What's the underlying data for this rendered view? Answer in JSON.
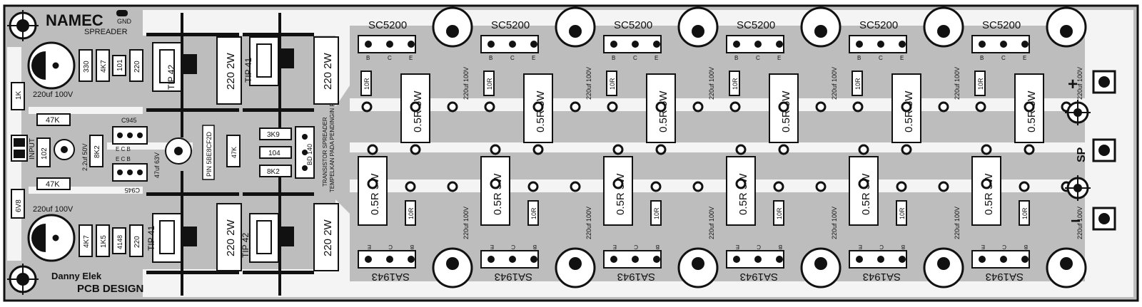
{
  "board": {
    "title": "NAMEC",
    "gnd_label": "GND",
    "spreader_label": "SPREADER",
    "author": "Danny Elek",
    "design_label": "PCB DESIGN",
    "input_label": "INPUT",
    "instruction_line1": "TRANSISTOR SPREADER",
    "instruction_line2": "TEMPELKAN PADA PENDINGIN FINAL",
    "pin_label": "PIN 5BE8CF2D"
  },
  "driver": {
    "cap_top": "220uf 100V",
    "cap_bottom": "220uf 100V",
    "r_1k": "1K",
    "r_330": "330",
    "r_4k7_top": "4K7",
    "c_101": "101",
    "r_220_top": "220",
    "r_47k_top": "47K",
    "r_47k_bottom": "47K",
    "c_102": "102",
    "cap_22uf": "2.2uf 50V",
    "r_8k2_left": "8K2",
    "q_c945_top": "C945",
    "q_c945_bottom": "C945",
    "pins_top": "E C B",
    "pins_bottom": "E C B",
    "cap_47uf": "47uf 63V",
    "r_47k_small": "47K",
    "r_3k9": "3K9",
    "c_104": "104",
    "r_8k2_right": "8K2",
    "q_bd140": "BD 140",
    "z_6v8": "6V8",
    "r_4k7_bottom": "4K7",
    "r_1k5": "1K5",
    "d_4148": "4148",
    "r_220_bottom": "220",
    "tip_top_left": "TIP 42",
    "tip_top_right": "TIP 41",
    "tip_bottom_left": "TIP 41",
    "tip_bottom_right": "TIP 42",
    "r_2w_1": "220 2W",
    "r_2w_2": "220 2W",
    "r_2w_3": "220 2W",
    "r_2w_4": "220 2W"
  },
  "output": {
    "top_transistor": "SC5200",
    "bottom_transistor": "SA1943",
    "pins_top": [
      "B",
      "C",
      "E"
    ],
    "pins_bottom": [
      "E",
      "C",
      "B"
    ],
    "emitter_resistor": "0.5R 5W",
    "base_resistor": "10R",
    "cap": "220uf 100V",
    "stage_count": 6
  },
  "terminals": {
    "plus": "+",
    "sp": "SP",
    "minus": "−"
  }
}
